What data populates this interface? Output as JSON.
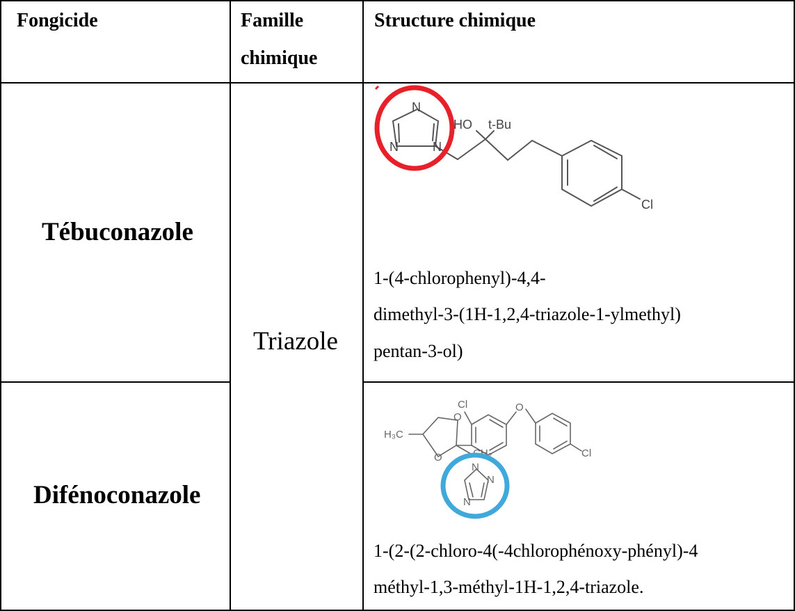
{
  "table": {
    "headers": {
      "col1": "Fongicide",
      "col2_line1": "Famille",
      "col2_line2": "chimique",
      "col3": "Structure chimique"
    },
    "family": "Triazole",
    "rows": [
      {
        "name": "Tébuconazole",
        "structure_labels": {
          "ho": "HO",
          "tbu": "t-Bu",
          "cl": "Cl",
          "n_top": "N",
          "n_left": "N",
          "n_right": "N"
        },
        "iupac_lines": [
          "1-(4-chlorophenyl)-4,4-",
          "dimethyl-3-(1H-1,2,4-triazole-1-ylmethyl)",
          "pentan-3-ol)"
        ],
        "highlight_color": "#e8202a"
      },
      {
        "name": "Difénoconazole",
        "structure_labels": {
          "cl1": "Cl",
          "o_ether": "O",
          "cl2": "Cl",
          "h3c": "H₃C",
          "o1": "O",
          "o2": "O",
          "ch2": "CH₂",
          "n1": "N",
          "n2": "N",
          "n3": "N"
        },
        "iupac_lines": [
          "1-(2-(2-chloro-4(-4chlorophénoxy-phényl)-4",
          "méthyl-1,3-méthyl-1H-1,2,4-triazole."
        ],
        "highlight_color": "#3fa9dc"
      }
    ]
  }
}
